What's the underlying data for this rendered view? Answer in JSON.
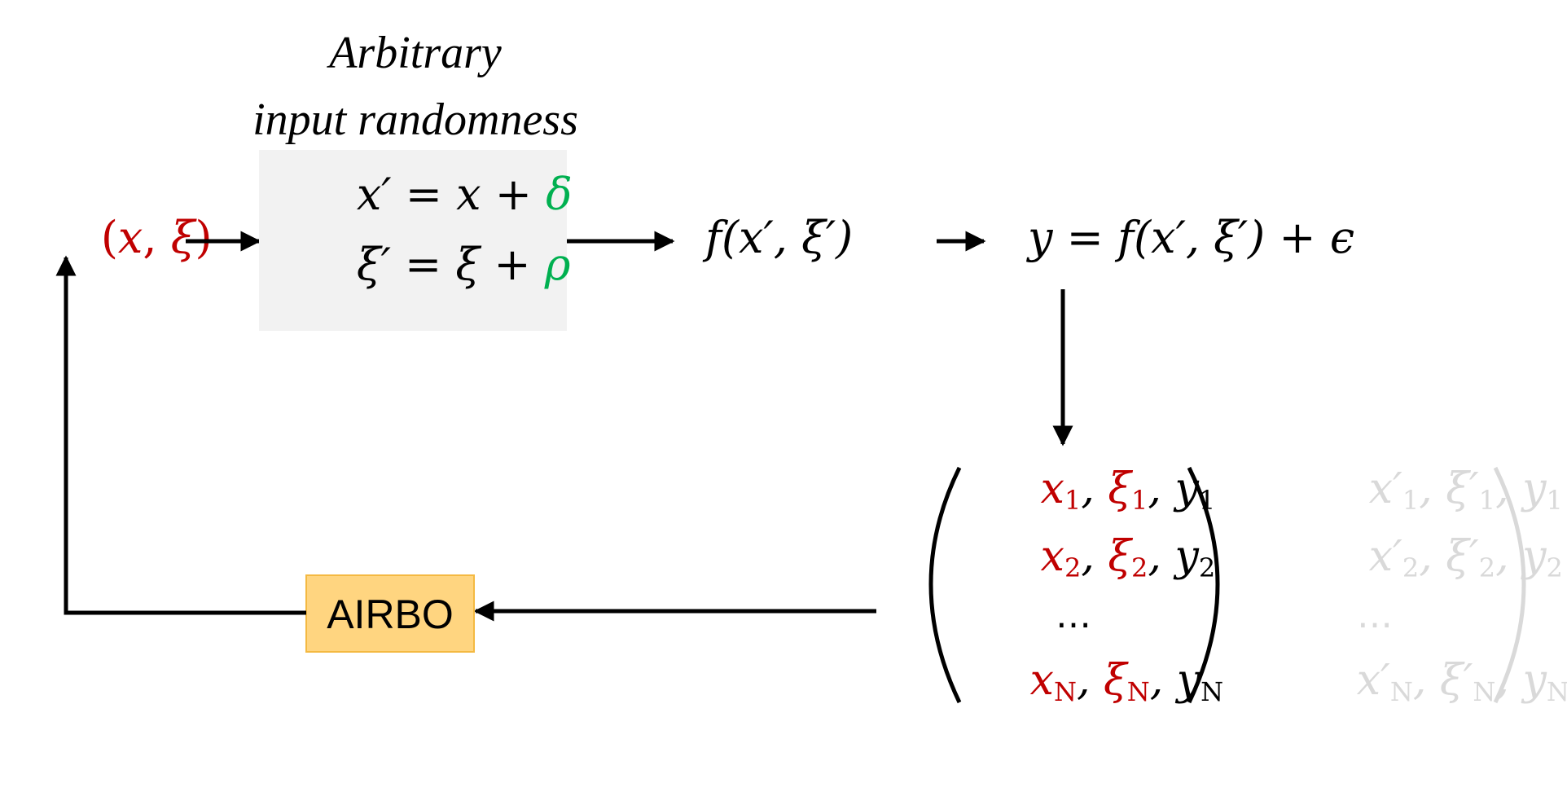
{
  "caption": {
    "line1": "Arbitrary",
    "line2": "input randomness"
  },
  "input": {
    "open": "(",
    "x": "x",
    "comma": ", ",
    "xi": "ξ",
    "close": ")"
  },
  "randomness_box": {
    "eq1": {
      "lhs": "x′ = x + ",
      "delta": "δ"
    },
    "eq2": {
      "lhs": "ξ′ = ξ + ",
      "rho": "ρ"
    }
  },
  "function_eval": "f(x′, ξ′)",
  "observation": "y = f(x′, ξ′) + ϵ",
  "dataset": {
    "rows": [
      {
        "x": "x",
        "xi": "ξ",
        "y": "y",
        "sub": "1"
      },
      {
        "x": "x",
        "xi": "ξ",
        "y": "y",
        "sub": "2"
      },
      {
        "x": "x",
        "xi": "ξ",
        "y": "y",
        "sub": "N"
      }
    ],
    "ellipsis": "…",
    "hidden_rows": [
      {
        "x": "x′",
        "xi": "ξ′",
        "y": "y",
        "sub": "1"
      },
      {
        "x": "x′",
        "xi": "ξ′",
        "y": "y",
        "sub": "2"
      },
      {
        "x": "x′",
        "xi": "ξ′",
        "y": "y",
        "sub": "N"
      }
    ]
  },
  "method_box": {
    "label": "AIRBO"
  },
  "colors": {
    "red": "#c00000",
    "green": "#00b050",
    "black": "#000000",
    "faded": "#d9d9d9",
    "box_fill": "#f2f2f2",
    "airbo_fill": "#ffd580",
    "airbo_border": "#f4b942"
  }
}
